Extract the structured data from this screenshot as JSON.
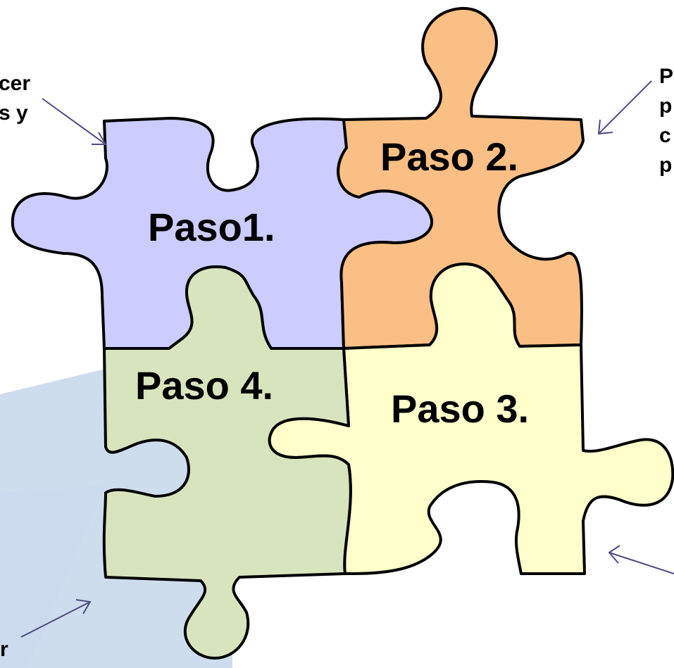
{
  "colors": {
    "piece1": "#ccccff",
    "piece2": "#f9bf84",
    "piece3": "#ffffcc",
    "piece4": "#d7e4bd",
    "background_swoosh": "#c9d9ec",
    "outline": "#000000",
    "arrow": "#4b4b82"
  },
  "pieces": [
    {
      "id": "paso1",
      "label": "Paso1."
    },
    {
      "id": "paso2",
      "label": "Paso 2."
    },
    {
      "id": "paso3",
      "label": "Paso 3."
    },
    {
      "id": "paso4",
      "label": "Paso 4."
    }
  ],
  "side_texts": {
    "top_left": [
      "cer",
      "s y"
    ],
    "top_right": [
      "P",
      "p",
      "c",
      "p"
    ],
    "bottom_left": [
      "r"
    ]
  }
}
